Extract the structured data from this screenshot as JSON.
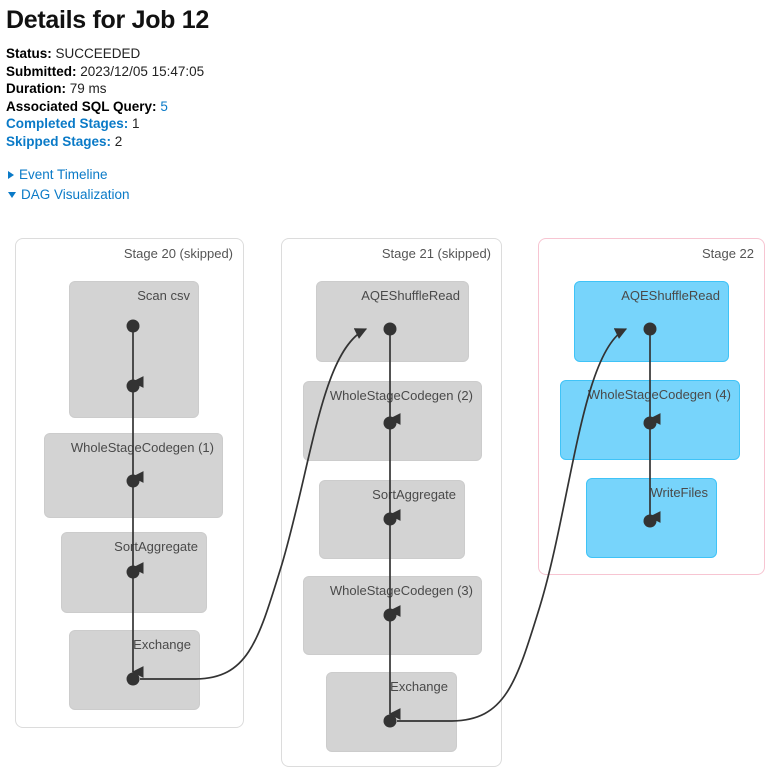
{
  "header": {
    "title": "Details for Job 12",
    "rows": [
      {
        "label": "Status:",
        "value": "SUCCEEDED",
        "label_link": false,
        "value_link": false
      },
      {
        "label": "Submitted:",
        "value": "2023/12/05 15:47:05",
        "label_link": false,
        "value_link": false
      },
      {
        "label": "Duration:",
        "value": "79 ms",
        "label_link": false,
        "value_link": false
      },
      {
        "label": "Associated SQL Query:",
        "value": "5",
        "label_link": false,
        "value_link": true
      },
      {
        "label": "Completed Stages:",
        "value": "1",
        "label_link": true,
        "value_link": false
      },
      {
        "label": "Skipped Stages:",
        "value": "2",
        "label_link": true,
        "value_link": false
      }
    ]
  },
  "toggles": [
    {
      "label": "Event Timeline",
      "expanded": false,
      "icon": "caret-right-icon"
    },
    {
      "label": "DAG Visualization",
      "expanded": true,
      "icon": "caret-down-icon"
    }
  ],
  "colors": {
    "link": "#0a7ac7",
    "node_skipped_fill": "#d3d3d3",
    "node_skipped_stroke": "#cccccc",
    "node_active_fill": "#77d4fb",
    "node_active_stroke": "#3fc3f7",
    "cluster_stroke": "#dcdcdc",
    "cluster_active_stroke": "#f7c5d2",
    "edge": "#333333"
  },
  "dag": {
    "stages": [
      {
        "title": "Stage 20 (skipped)",
        "active": false,
        "nodes": [
          {
            "label": "Scan csv"
          },
          {
            "label": "WholeStageCodegen (1)"
          },
          {
            "label": "SortAggregate"
          },
          {
            "label": "Exchange"
          }
        ]
      },
      {
        "title": "Stage 21 (skipped)",
        "active": false,
        "nodes": [
          {
            "label": "AQEShuffleRead"
          },
          {
            "label": "WholeStageCodegen (2)"
          },
          {
            "label": "SortAggregate"
          },
          {
            "label": "WholeStageCodegen (3)"
          },
          {
            "label": "Exchange"
          }
        ]
      },
      {
        "title": "Stage 22",
        "active": true,
        "nodes": [
          {
            "label": "AQEShuffleRead"
          },
          {
            "label": "WholeStageCodegen (4)"
          },
          {
            "label": "WriteFiles"
          }
        ]
      }
    ]
  }
}
